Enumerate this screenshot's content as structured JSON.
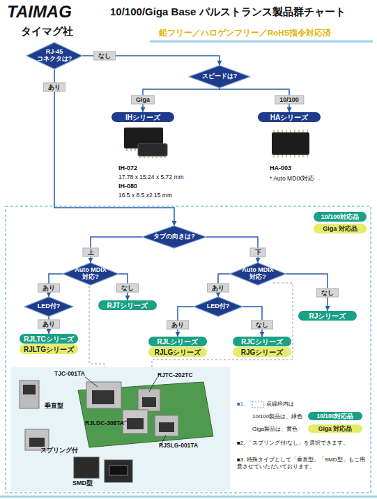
{
  "diagram": {
    "title": "10/100/Giga Base パルストランス製品群チャート",
    "nodes": [
      {
        "text": [
          "RJ-45 コネクタは?"
        ]
      },
      {
        "text": [
          "スピードは?"
        ]
      },
      {
        "text": [
          "IHシリーズ"
        ]
      },
      {
        "text": [
          "HAシリーズ"
        ]
      },
      {
        "text": [
          "タブの向きは?"
        ]
      },
      {
        "text": [
          "Auto MDIX 対応?"
        ]
      },
      {
        "text": [
          "Auto MDIX 対応?"
        ]
      },
      {
        "text": [
          "RJTシリーズ"
        ]
      },
      {
        "text": [
          "LED付?"
        ]
      },
      {
        "text": [
          "LED付?"
        ]
      },
      {
        "text": [
          "RJシリーズ"
        ]
      },
      {
        "text": [
          "RJLTCシリーズ"
        ]
      },
      {
        "text": [
          "RJLTGシリーズ"
        ]
      },
      {
        "text": [
          "RJLシリーズ"
        ]
      },
      {
        "text": [
          "RJLGシリーズ"
        ]
      },
      {
        "text": [
          "RJCシリーズ"
        ]
      },
      {
        "text": [
          "RJGシリーズ"
        ]
      }
    ],
    "edges": [
      {
        "from": 0,
        "to": 1,
        "label": "なし",
        "arrow": "to"
      },
      {
        "from": 0,
        "to": 4,
        "label": "あり",
        "arrow": "to"
      },
      {
        "from": 1,
        "to": 2,
        "label": "Giga",
        "arrow": "to"
      },
      {
        "from": 1,
        "to": 3,
        "label": "10/100",
        "arrow": "to"
      },
      {
        "from": 4,
        "to": 5,
        "label": "上",
        "arrow": "to"
      },
      {
        "from": 4,
        "to": 6,
        "label": "下",
        "arrow": "to"
      },
      {
        "from": 5,
        "to": 8,
        "label": "あり",
        "arrow": "to"
      },
      {
        "from": 5,
        "to": 7,
        "label": "なし",
        "arrow": "to"
      },
      {
        "from": 6,
        "to": 9,
        "label": "あり",
        "arrow": "to"
      },
      {
        "from": 6,
        "to": 10,
        "label": "なし",
        "arrow": "to"
      },
      {
        "from": 8,
        "to": 11,
        "label": "あり",
        "arrow": "to"
      },
      {
        "from": 9,
        "to": 13,
        "label": "あり",
        "arrow": "to"
      },
      {
        "from": 9,
        "to": 15,
        "label": "なし",
        "arrow": "to"
      }
    ],
    "labels": [
      "TAIMAG",
      "タイマグ社",
      "鉛フリー／ハロゲンフリー／RoHS指令対応済",
      "IH-072",
      "17.78 x 15.24 x 5.72 mm",
      "IH-080",
      "16.5 x 8.5 x2.15 mm",
      "HA-003",
      "* Auto MDIX対応",
      "TJC-001TA",
      "RJTC-202TC",
      "RJLDC-308TA",
      "RJSLG-001TA",
      "垂直型",
      "スプリング付",
      "SMD型",
      "■1.",
      "点線枠内は",
      "10/100製品は、緑色",
      "10/100対応品",
      "Giga製品は、黄色",
      "Giga 対応品",
      "■2. 「スプリング付/なし」を選択できます。",
      "■3. 特殊タイプとして「垂直型」「SMD型」もご用意させていただいております。"
    ],
    "legend": [
      {
        "text": "10/100対応品",
        "color": "#1aa085"
      },
      {
        "text": "Giga 対応品",
        "color": "#e5ec6a"
      }
    ]
  }
}
